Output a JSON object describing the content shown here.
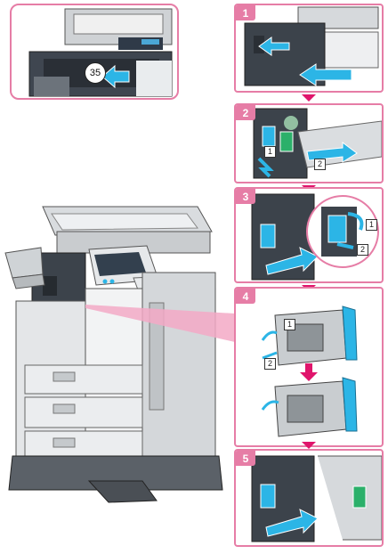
{
  "callout": {
    "number": "35"
  },
  "steps": [
    {
      "number": "1"
    },
    {
      "number": "2"
    },
    {
      "number": "3"
    },
    {
      "number": "4"
    },
    {
      "number": "5"
    }
  ],
  "sub_labels": {
    "one": "1",
    "two": "2"
  },
  "colors": {
    "accent": "#e67da6",
    "arrow_fill": "#2cb5e6",
    "step_arrow": "#e0156c"
  }
}
